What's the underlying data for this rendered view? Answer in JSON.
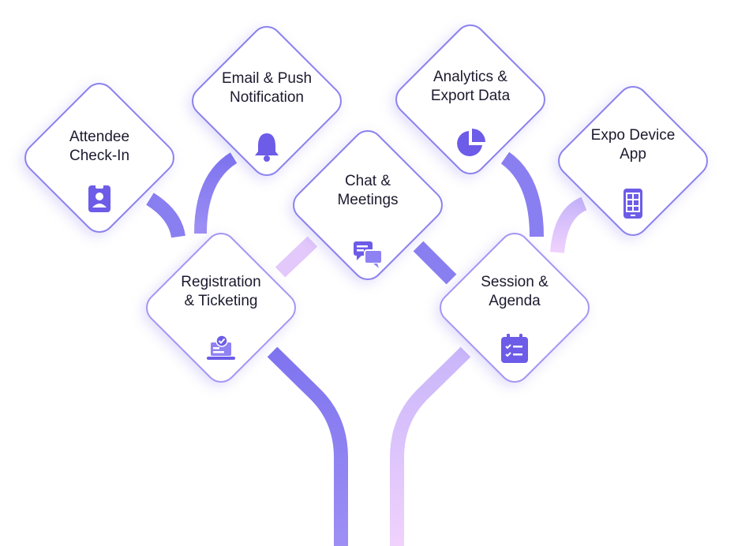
{
  "theme": {
    "branch_dark": "#7f74ef",
    "branch_light": "#e6c9fb",
    "border": "#8b82ee",
    "icon": "#6c5ce7",
    "text": "#1c1a2e"
  },
  "features": [
    {
      "id": "attendee-check-in",
      "label": "Attendee\nCheck-In",
      "icon": "id-badge-icon"
    },
    {
      "id": "email-push-notification",
      "label": "Email & Push\nNotification",
      "icon": "bell-icon"
    },
    {
      "id": "chat-meetings",
      "label": "Chat &\nMeetings",
      "icon": "chat-bubbles-icon"
    },
    {
      "id": "analytics-export-data",
      "label": "Analytics &\nExport Data",
      "icon": "pie-chart-icon"
    },
    {
      "id": "expo-device-app",
      "label": "Expo Device\nApp",
      "icon": "tablet-icon"
    },
    {
      "id": "registration-ticketing",
      "label": "Registration\n& Ticketing",
      "icon": "laptop-check-icon"
    },
    {
      "id": "session-agenda",
      "label": "Session &\nAgenda",
      "icon": "calendar-checklist-icon"
    }
  ]
}
